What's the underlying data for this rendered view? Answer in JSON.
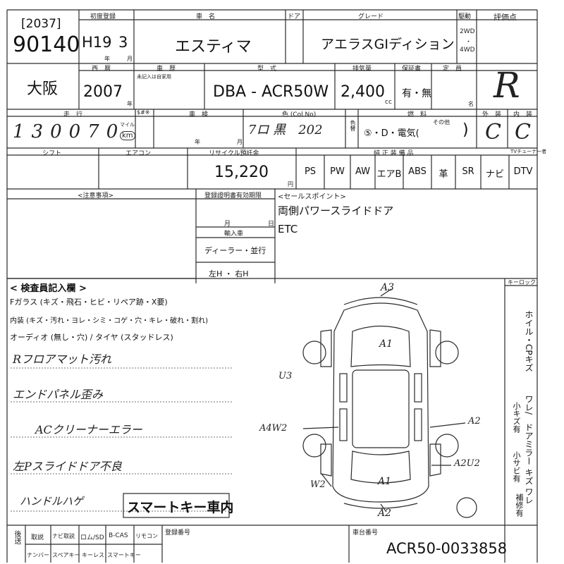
{
  "header": {
    "title_partial": "中古自動車検査票",
    "labels": {
      "first_reg": "初度登録",
      "car_name": "車　名",
      "doors": "ドア",
      "grade": "グレード",
      "drive": "駆動",
      "rating": "評価点"
    },
    "lot_no_bracket": "[2037]",
    "lot_no": "90140",
    "first_reg_value": "H19",
    "first_reg_month": "3",
    "year_unit": "年",
    "month_unit": "月",
    "car_name": "エスティマ",
    "grade": "アエラスGIディション",
    "drive_2wd": "2WD",
    "drive_4wd": "4WD",
    "rating": "R"
  },
  "row2": {
    "labels": {
      "seireki": "西　暦",
      "history": "車　歴",
      "history_sub": "未記入は自家用",
      "model": "型　式",
      "displacement": "排気量",
      "warranty": "保証書",
      "capacity": "定　員"
    },
    "region": "大阪",
    "year": "2007",
    "model": "DBA - ACR50W",
    "displacement": "2,400",
    "cc_unit": "cc",
    "warranty_value": "有・無",
    "name_unit": "名"
  },
  "row3": {
    "labels": {
      "mileage": "走　行",
      "s_mark": "$#※",
      "inspection": "車　検",
      "color": "色 (Col.No)",
      "fuel": "燃　料",
      "exterior": "外　装",
      "interior": "内　装"
    },
    "mileage_handwritten": "130070",
    "mile_unit": "マイル",
    "km_unit": "km",
    "inspection_year": "年",
    "inspection_month": "月",
    "color_handwritten": "7ロ  黒　202",
    "color_change": "色替",
    "fuel_options": "⑤・D・電気(",
    "fuel_other": "その他",
    "fuel_close": ")",
    "exterior_grade": "C",
    "interior_grade": "C"
  },
  "row4": {
    "labels": {
      "shift": "シフト",
      "aircon": "エアコン",
      "recycle": "リサイクル預託金",
      "options": "純 正 装 備 品",
      "tuner": "TVチューナー者"
    },
    "recycle_value": "15,220",
    "yen_unit": "円",
    "equipment": [
      "PS",
      "PW",
      "AW",
      "エアB",
      "ABS",
      "革",
      "SR",
      "ナビ",
      "DTV"
    ]
  },
  "notes": {
    "caution_label": "<注意事項>",
    "registration_label": "登録證明書有効期限",
    "month_unit": "月",
    "day_unit": "日",
    "import_label": "輸入車",
    "dealer": "ディーラー・並行",
    "steering": "左H ・ 右H",
    "sales_point_label": "<セールスポイント>",
    "sales_points": [
      "両側パワースライドドア",
      "ETC"
    ]
  },
  "inspector": {
    "title": "< 検査員記入欄 >",
    "line_glass": "Fガラス (キズ・飛石・ヒビ・リペア跡・X要)",
    "line_interior": "内装 (キズ・汚れ・ヨレ・シミ・コゲ・穴・キレ・破れ・割れ)",
    "line_audio": "オーディオ (無し・穴) / タイヤ (スタッドレス)",
    "hand_notes": [
      "Rフロアマット汚れ",
      "エンドパネル歪み",
      "ACクリーナーエラー",
      "左Pスライドドア不良",
      "ハンドルハゲ"
    ],
    "smart_key": "スマートキー車内"
  },
  "diagram": {
    "key_lock_label": "キーロック",
    "side_notes": [
      "ホイル・CPキズ",
      "ワレ/",
      "ドアミラー キズ ワレ",
      "小キズ有",
      "小サビ有",
      "補修有"
    ],
    "damage_marks": [
      "A3",
      "A1",
      "U3",
      "A4W2",
      "A2",
      "A2U2",
      "W2",
      "A1",
      "A2"
    ]
  },
  "footer": {
    "left_label": "後送",
    "items_row1": [
      "取説",
      "ナビ取説",
      "ロム/SD",
      "B-CAS",
      "リモコン"
    ],
    "items_row2": [
      "ナンバー",
      "スペアキー",
      "キーレス",
      "スマートキー"
    ],
    "registration_no_label": "登録番号",
    "chassis_label": "車台番号",
    "chassis_no": "ACR50-0033858"
  }
}
